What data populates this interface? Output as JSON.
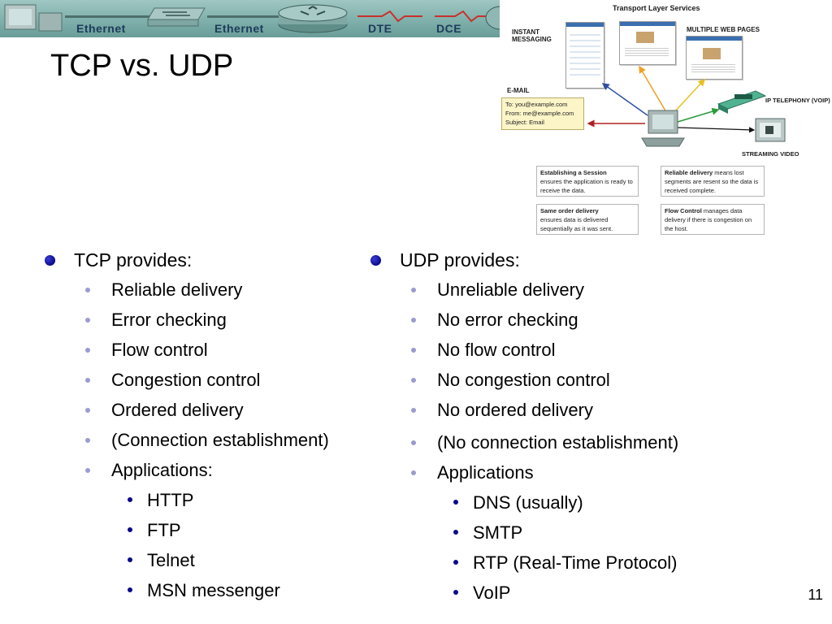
{
  "banner": {
    "labels": [
      "Ethernet",
      "Ethernet",
      "DTE",
      "DCE"
    ]
  },
  "title": "TCP vs. UDP",
  "diagram": {
    "heading": "Transport Layer Services",
    "instant_messaging": [
      "INSTANT",
      "MESSAGING"
    ],
    "multiple_web_pages": "MULTIPLE WEB PAGES",
    "email_label": "E-MAIL",
    "email_lines": [
      "To: you@example.com",
      "From: me@example.com",
      "Subject: Email"
    ],
    "ip_telephony": "IP TELEPHONY (VOIP)",
    "streaming_video": "STREAMING VIDEO",
    "notes": {
      "session": {
        "title": "Establishing a Session",
        "text": "ensures the application is ready to receive the data."
      },
      "reliable": {
        "title": "Reliable delivery",
        "text": "means lost segments are resent so the data is received complete."
      },
      "order": {
        "title": "Same order delivery",
        "text": "ensures data is delivered sequentially as it was sent."
      },
      "flow": {
        "title": "Flow Control",
        "text": "manages data delivery if there is congestion on the host."
      }
    }
  },
  "tcp": {
    "heading": "TCP provides:",
    "items": [
      "Reliable delivery",
      "Error checking",
      "Flow control",
      "Congestion control",
      "Ordered delivery",
      "(Connection establishment)",
      "Applications:"
    ],
    "apps": [
      "HTTP",
      "FTP",
      "Telnet",
      "MSN messenger"
    ]
  },
  "udp": {
    "heading": "UDP provides:",
    "items": [
      "Unreliable delivery",
      "No error checking",
      "No flow control",
      "No congestion control",
      "No ordered delivery",
      "(No connection establishment)",
      "Applications"
    ],
    "apps": [
      "DNS (usually)",
      "SMTP",
      "RTP (Real-Time Protocol)",
      "VoIP"
    ]
  },
  "page_number": "11",
  "colors": {
    "bullet_primary": "#0a0a8a",
    "bullet_secondary": "#9b9bd0",
    "banner": "#7fb0ab"
  }
}
